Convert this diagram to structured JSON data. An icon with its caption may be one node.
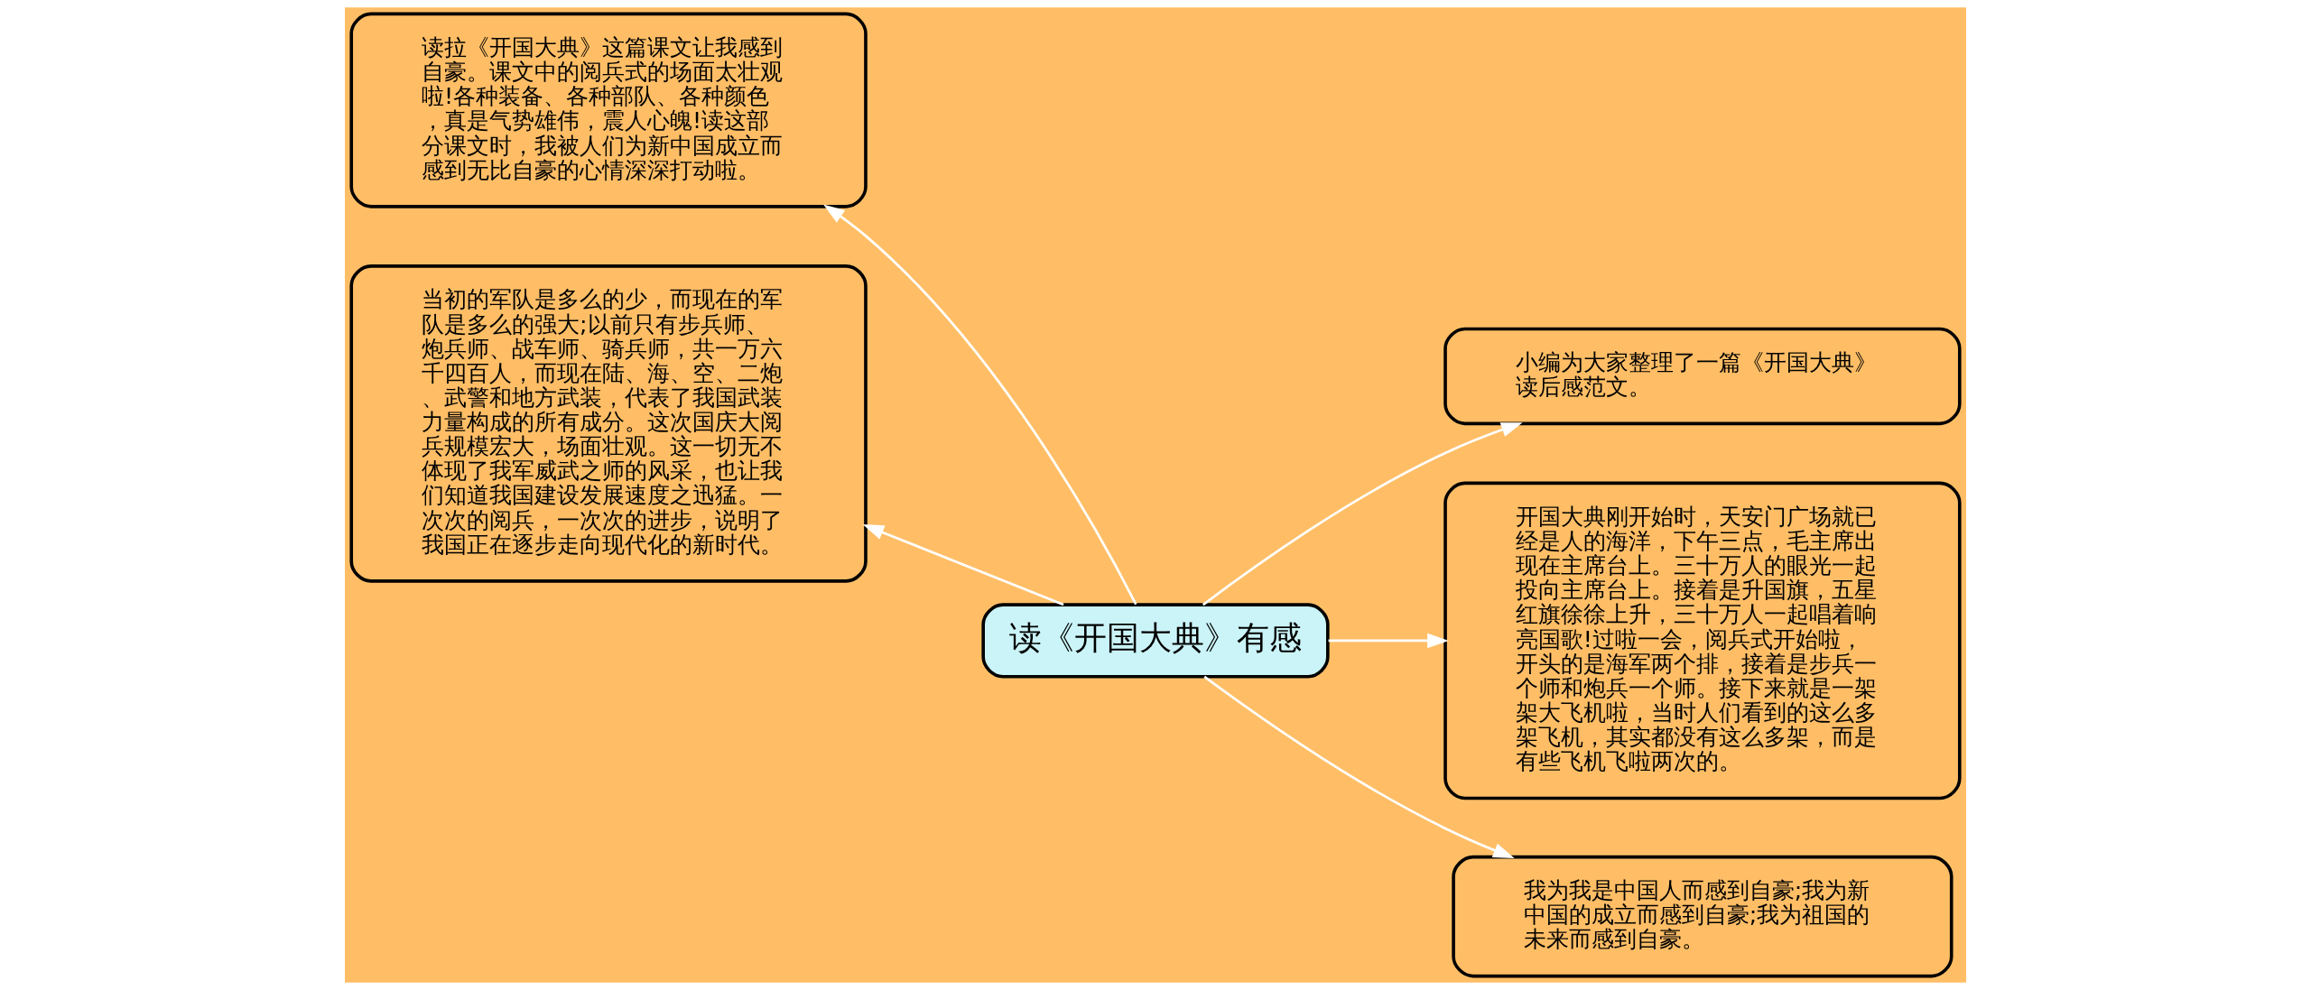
{
  "diagram": {
    "nodes": [
      {
        "text": [
          "读《开国大典》有感"
        ]
      },
      {
        "text": [
          "读拉《开国大典》这篇课文让我感到自豪。课文中的阅兵式的场面太壮观啦!各种装备、各种部队、各种颜色，真是气势雄伟，震人心魄!读这部分课文时，我被人们为新中国成立而感到无比自豪的心情深深打动啦。"
        ]
      },
      {
        "text": [
          "当初的军队是多么的少，而现在的军队是多么的强大;以前只有步兵师、炮兵师、战车师、骑兵师，共一万六千四百人，而现在陆、海、空、二炮、武警和地方武装，代表了我国武装力量构成的所有成分。这次国庆大阅兵规模宏大，场面壮观。这一切无不体现了我军威武之师的风采，也让我们知道我国建设发展速度之迅猛。一次次的阅兵，一次次的进步，说明了我国正在逐步走向现代化的新时代。"
        ]
      },
      {
        "text": [
          "小编为大家整理了一篇《开国大典》读后感范文。"
        ]
      },
      {
        "text": [
          "开国大典刚开始时，天安门广场就已经是人的海洋，下午三点，毛主席出现在主席台上。三十万人的眼光一起投向主席台上。接着是升国旗，五星红旗徐徐上升，三十万人一起唱着响亮国歌!过啦一会，阅兵式开始啦，开头的是海军两个排，接着是步兵一个师和炮兵一个师。接下来就是一架架大飞机啦，当时人们看到的这么多架飞机，其实都没有这么多架，而是有些飞机飞啦两次的。"
        ]
      },
      {
        "text": [
          "我为我是中国人而感到自豪;我为新中国的成立而感到自豪;我为祖国的未来而感到自豪。"
        ]
      }
    ],
    "edges": [
      {
        "from": 0,
        "to": 1,
        "arrow": "to"
      },
      {
        "from": 0,
        "to": 2,
        "arrow": "to"
      },
      {
        "from": 0,
        "to": 3,
        "arrow": "to"
      },
      {
        "from": 0,
        "to": 4,
        "arrow": "to"
      },
      {
        "from": 0,
        "to": 5,
        "arrow": "to"
      }
    ]
  }
}
